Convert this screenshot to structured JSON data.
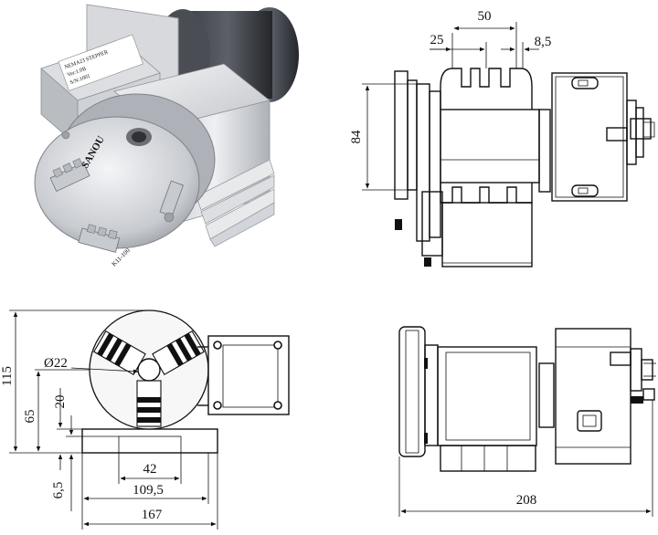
{
  "dimensions": {
    "top_slot_span": "50",
    "top_slot_offset": "25",
    "top_slot_width": "8,5",
    "side_height": "84",
    "front_total_height": "115",
    "front_center_height": "65",
    "front_base_height": "20",
    "front_base_thickness": "6,5",
    "front_bore_dia": "Ø22",
    "front_slot_width": "42",
    "front_slot_span": "109,5",
    "front_total_width": "167",
    "bottom_total_length": "208"
  },
  "photo": {
    "motor_label_lines": [
      "NEMA23 STEPPER",
      "Ver:1.0B",
      "S/N:1001"
    ],
    "chuck_brand": "SANOU",
    "chuck_marking": "K11-100"
  },
  "colors": {
    "line": "#111111",
    "metal_light": "#e6e7ea",
    "metal_dark": "#9a9da3",
    "motor_black": "#2a2c30"
  }
}
